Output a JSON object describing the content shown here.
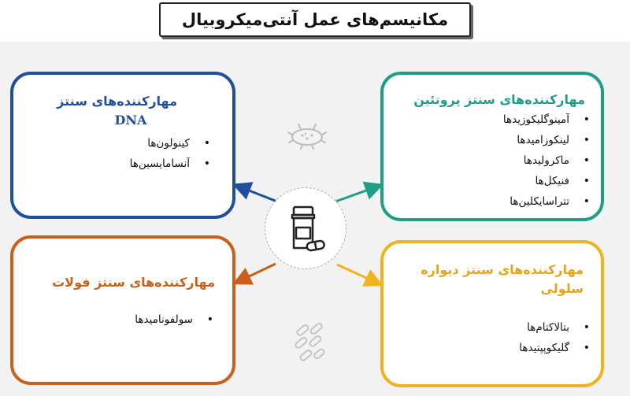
{
  "title": "مکانیسم‌های عمل آنتی‌میکروبیال",
  "icons": {
    "center": "medicine-bottle-and-pill-icon",
    "top": "bacterium-icon",
    "bottom": "bacilli-icon"
  },
  "colors": {
    "dna": "#1f4e9c",
    "protein": "#1e9e86",
    "folate": "#c8601b",
    "cell_wall": "#f0b21d"
  },
  "cards": {
    "dna": {
      "title": "مهارکننده‌های سنتز",
      "title_en": "DNA",
      "items": [
        "کینولون‌ها",
        "آنسامایسین‌ها"
      ]
    },
    "protein": {
      "title": "مهارکننده‌های سنتز پروتئین",
      "items": [
        "آمینوگلیکوزیدها",
        "لینکوزامیدها",
        "ماکرولیدها",
        "فنیکل‌ها",
        "تتراسایکلین‌ها"
      ]
    },
    "folate": {
      "title": "مهارکننده‌های سنتز فولات",
      "items": [
        "سولفونامیدها"
      ]
    },
    "cell_wall": {
      "title": "مهارکننده‌های سنتز دیواره سلولی",
      "items": [
        "بتالاکتام‌ها",
        "گلیکوپپتیدها"
      ]
    }
  }
}
